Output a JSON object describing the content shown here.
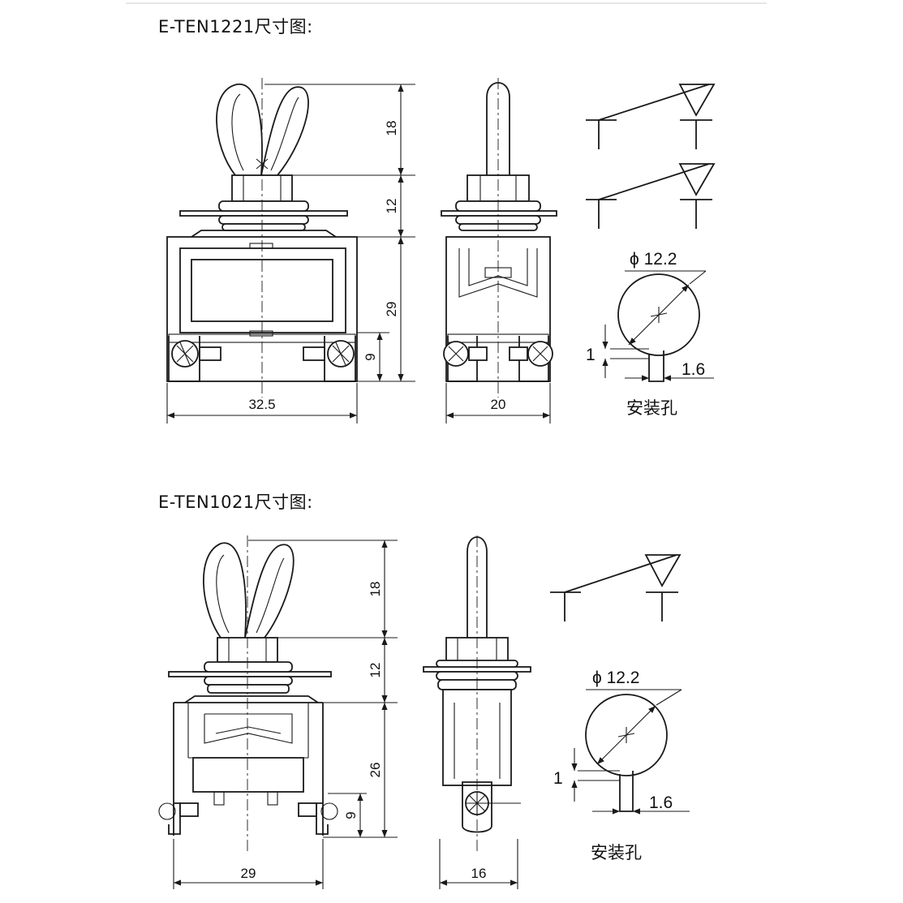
{
  "diagrams": [
    {
      "title": "E-TEN1221尺寸图:",
      "dims": {
        "lever": "18",
        "bushing": "12",
        "body": "29",
        "terminal": "9",
        "width_front": "32.5",
        "width_side": "20",
        "hole_diameter": "ϕ 12.2",
        "key_height": "1",
        "key_width": "1.6"
      },
      "hole_label": "安装孔"
    },
    {
      "title": "E-TEN1021尺寸图:",
      "dims": {
        "lever": "18",
        "bushing": "12",
        "body": "26",
        "terminal": "9",
        "width_front": "29",
        "width_side": "16",
        "hole_diameter": "ϕ 12.2",
        "key_height": "1",
        "key_width": "1.6"
      },
      "hole_label": "安装孔"
    }
  ]
}
